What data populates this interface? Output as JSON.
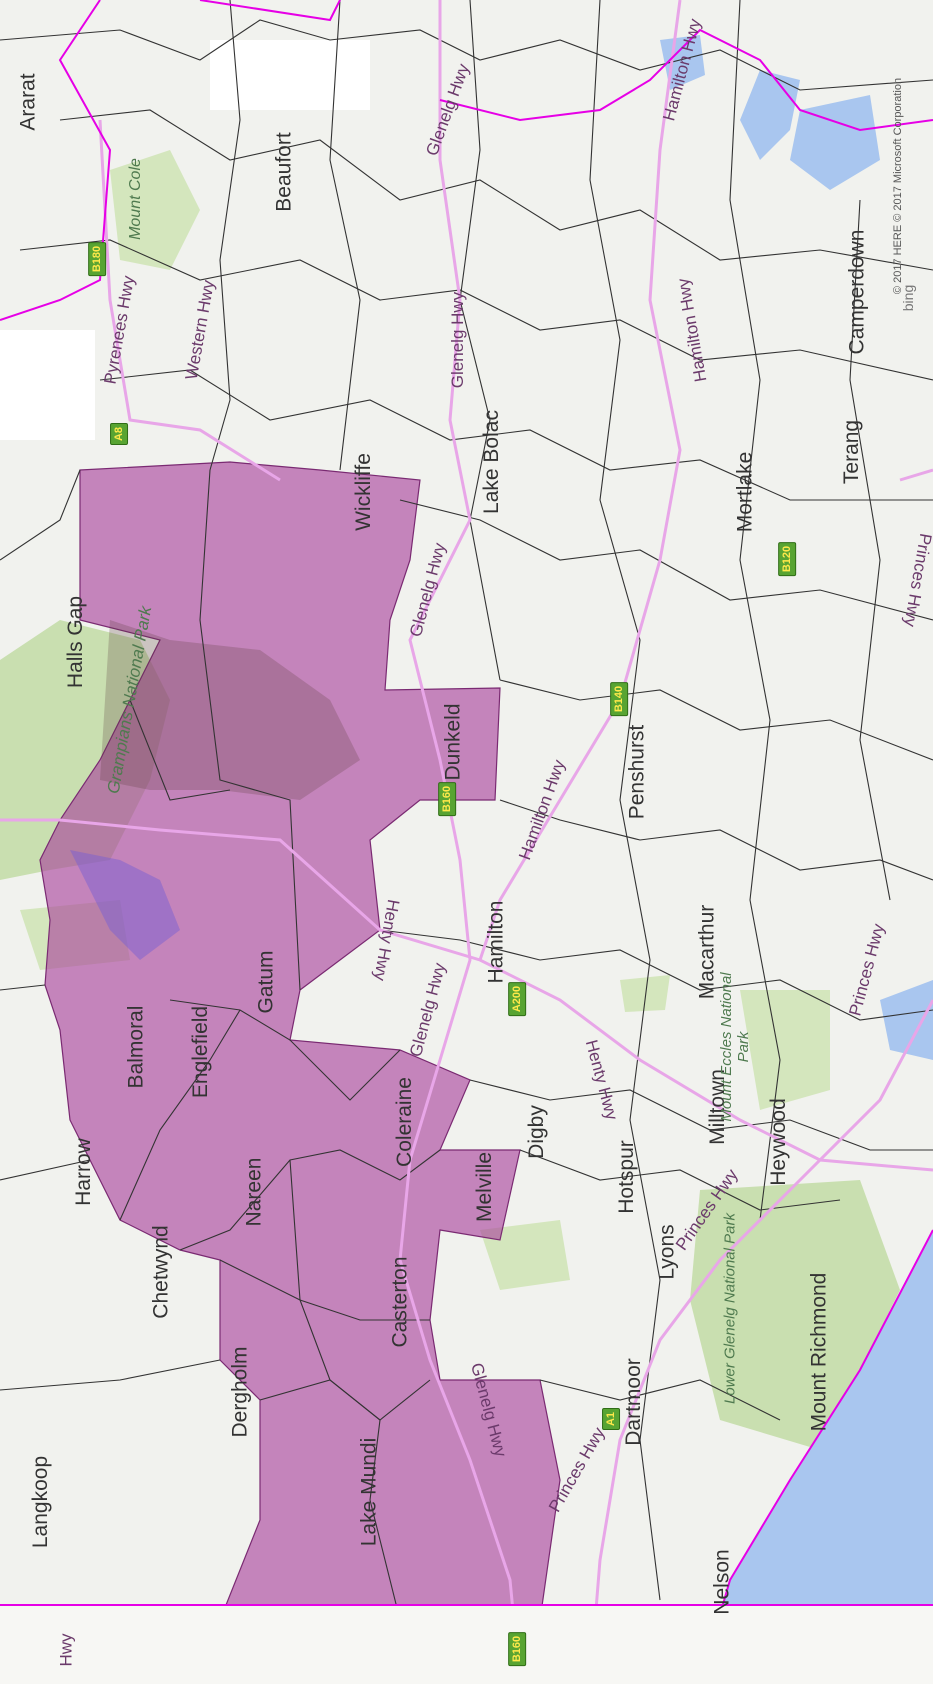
{
  "colors": {
    "land": "#f1f2ee",
    "park": "#c9dfb0",
    "water": "#a9c6ef",
    "boundary": "#333333",
    "state_border": "#e600e6",
    "highway": "#e8a6e8",
    "highlight": "#a8409b",
    "shield": "#58a432"
  },
  "map": {
    "places": [
      "Ararat",
      "Beaufort",
      "Wickliffe",
      "Lake Bolac",
      "Halls Gap",
      "Mortlake",
      "Terang",
      "Camperdown",
      "Dunkeld",
      "Penshurst",
      "Hamilton",
      "Balmoral",
      "Englefield",
      "Gatum",
      "Macarthur",
      "Harrow",
      "Nareen",
      "Coleraine",
      "Melville",
      "Digby",
      "Hotspur",
      "Heywood",
      "Milltown",
      "Chetwynd",
      "Casterton",
      "Lyons",
      "Mount Richmond",
      "Dergholm",
      "Dartmoor",
      "Lake Mundi",
      "Langkoop",
      "Nelson"
    ],
    "roads": [
      "Glenelg Hwy",
      "Hamilton Hwy",
      "Western Hwy",
      "Pyrenees Hwy",
      "Glenelg Hwy",
      "Glenelg Hwy",
      "Hamilton Hwy",
      "Henty Hwy",
      "Hamilton Hwy",
      "Henty Hwy",
      "Glenelg Hwy",
      "Princes Hwy",
      "Princes Hwy",
      "Princes Hwy",
      "Glenelg Hwy",
      "Princes Hwy",
      "Hwy"
    ],
    "parks": [
      "Mount Cole",
      "Grampians National Park",
      "Mount Eccles National Park",
      "Lower Glenelg National Park"
    ],
    "shields": [
      "B180",
      "A8",
      "B160",
      "B140",
      "A200",
      "B120",
      "A1",
      "B160"
    ],
    "attribution": "© 2017 HERE © 2017 Microsoft Corporation",
    "bing_logo": "bing"
  }
}
